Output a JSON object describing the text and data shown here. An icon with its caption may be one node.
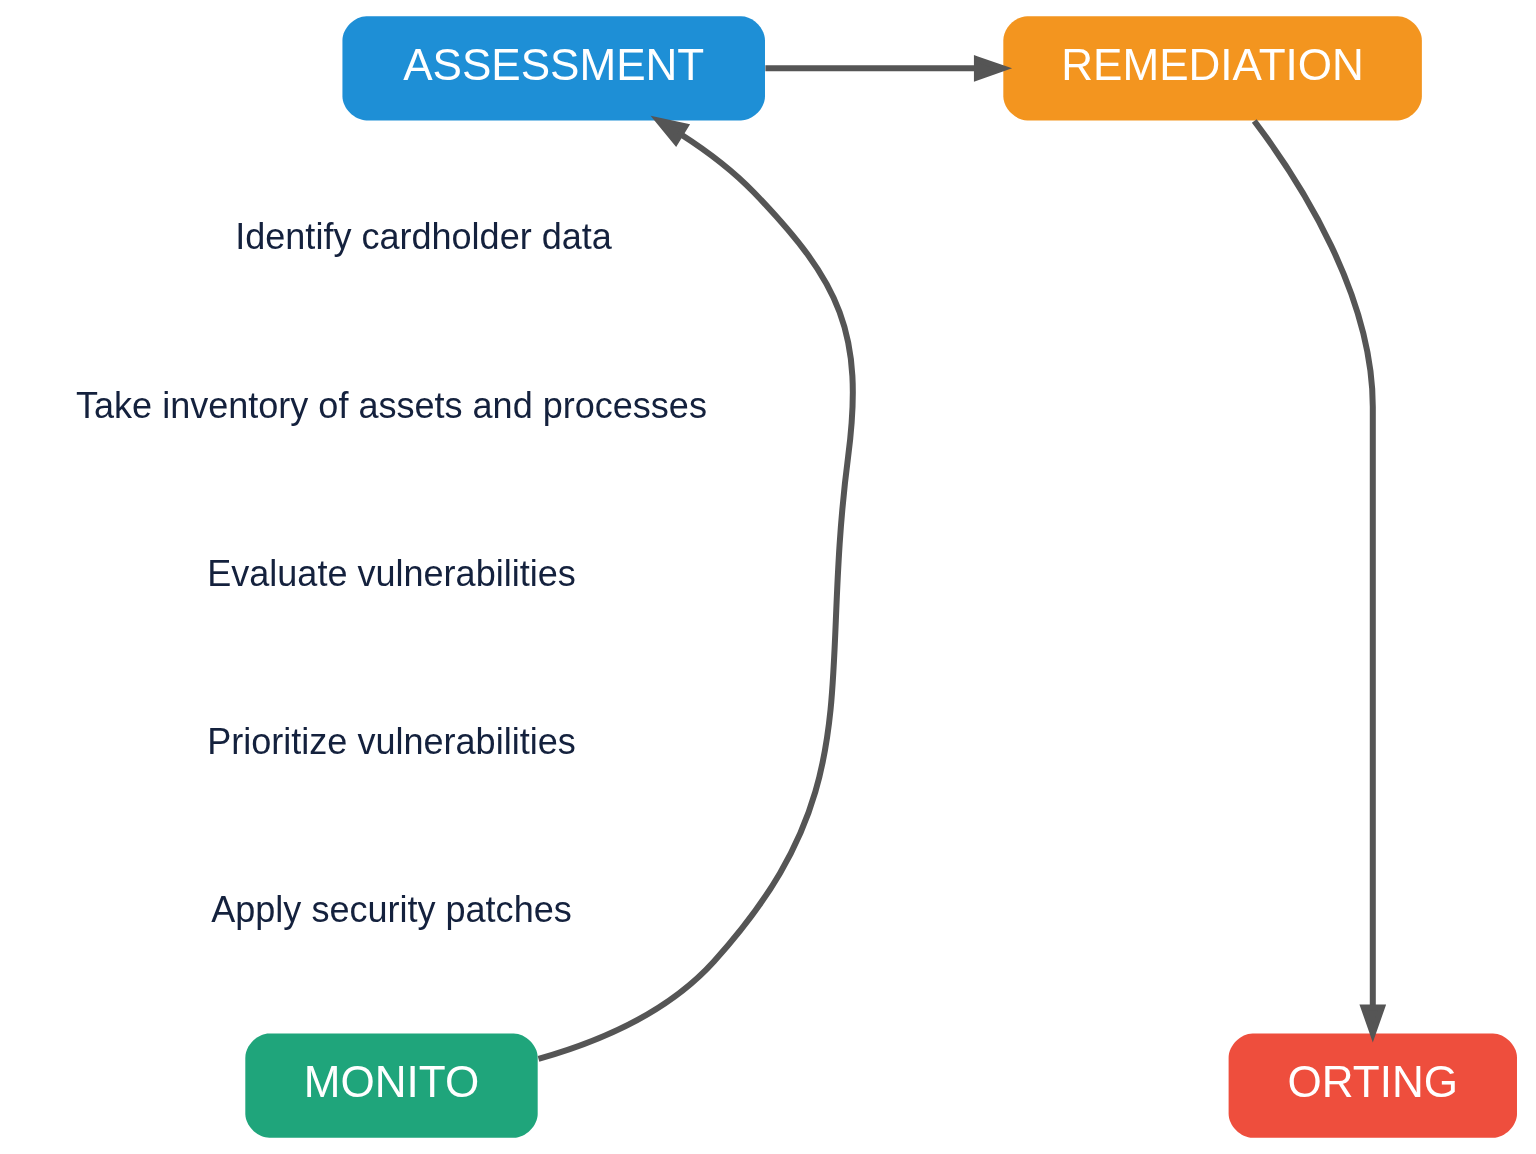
{
  "diagram": {
    "nodes": [
      {
        "text": [
          "ASSESSMENT"
        ]
      },
      {
        "text": [
          "REMEDIATION"
        ]
      },
      {
        "text": [
          "ORTING"
        ]
      },
      {
        "text": [
          "MONITO"
        ]
      }
    ],
    "edges": [
      {
        "from": 0,
        "to": 1,
        "arrow": "to"
      },
      {
        "from": 1,
        "to": 2,
        "arrow": "to"
      },
      {
        "from": 3,
        "to": 0,
        "arrow": "to"
      }
    ],
    "labels": [
      "Identify cardholder data",
      "Take inventory of assets and processes",
      "Evaluate vulnerabilities",
      "Prioritize vulnerabilities",
      "Apply security patches"
    ]
  }
}
